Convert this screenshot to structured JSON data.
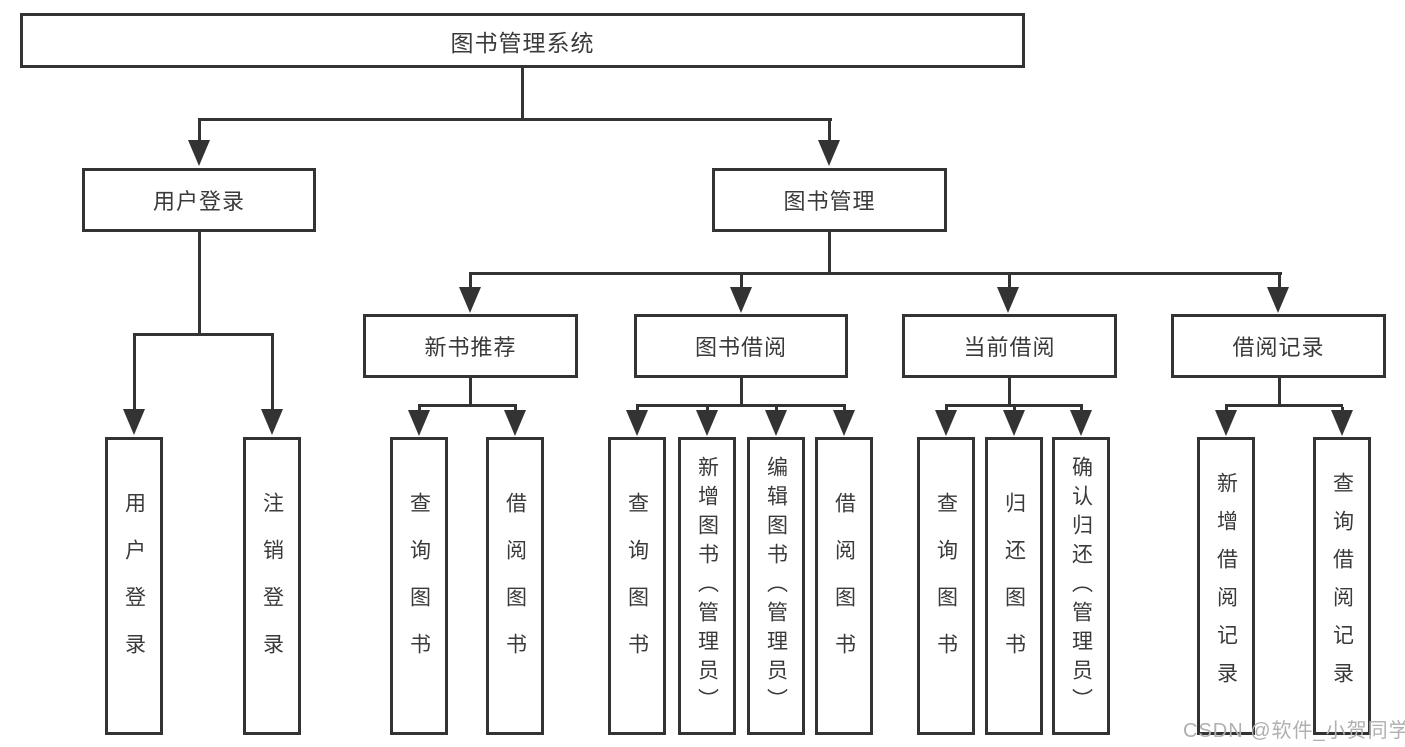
{
  "diagram": {
    "title": "图书管理系统",
    "level2": {
      "user_login": "用户登录",
      "book_management": "图书管理"
    },
    "level3": {
      "new_book_recommend": "新书推荐",
      "book_borrow": "图书借阅",
      "current_borrow": "当前借阅",
      "borrow_records": "借阅记录"
    },
    "leaves": {
      "user_login": "用户登录",
      "logout": "注销登录",
      "nb_query_books": "查询图书",
      "nb_borrow_books": "借阅图书",
      "bb_query_books": "查询图书",
      "bb_add_books": "新增图书（管理员）",
      "bb_edit_books": "编辑图书（管理员）",
      "bb_borrow_books": "借阅图书",
      "cb_query_books": "查询图书",
      "cb_return_books": "归还图书",
      "cb_confirm_return": "确认归还（管理员）",
      "br_add_record": "新增借阅记录",
      "br_query_record": "查询借阅记录"
    }
  },
  "watermark": {
    "text": "CSDN @软件_小贺同学"
  },
  "colors": {
    "line": "#333333",
    "text": "#3a3a3a",
    "box_background": "#ffffff",
    "page_background": "#ffffff",
    "watermark": "#b0b0b0"
  }
}
